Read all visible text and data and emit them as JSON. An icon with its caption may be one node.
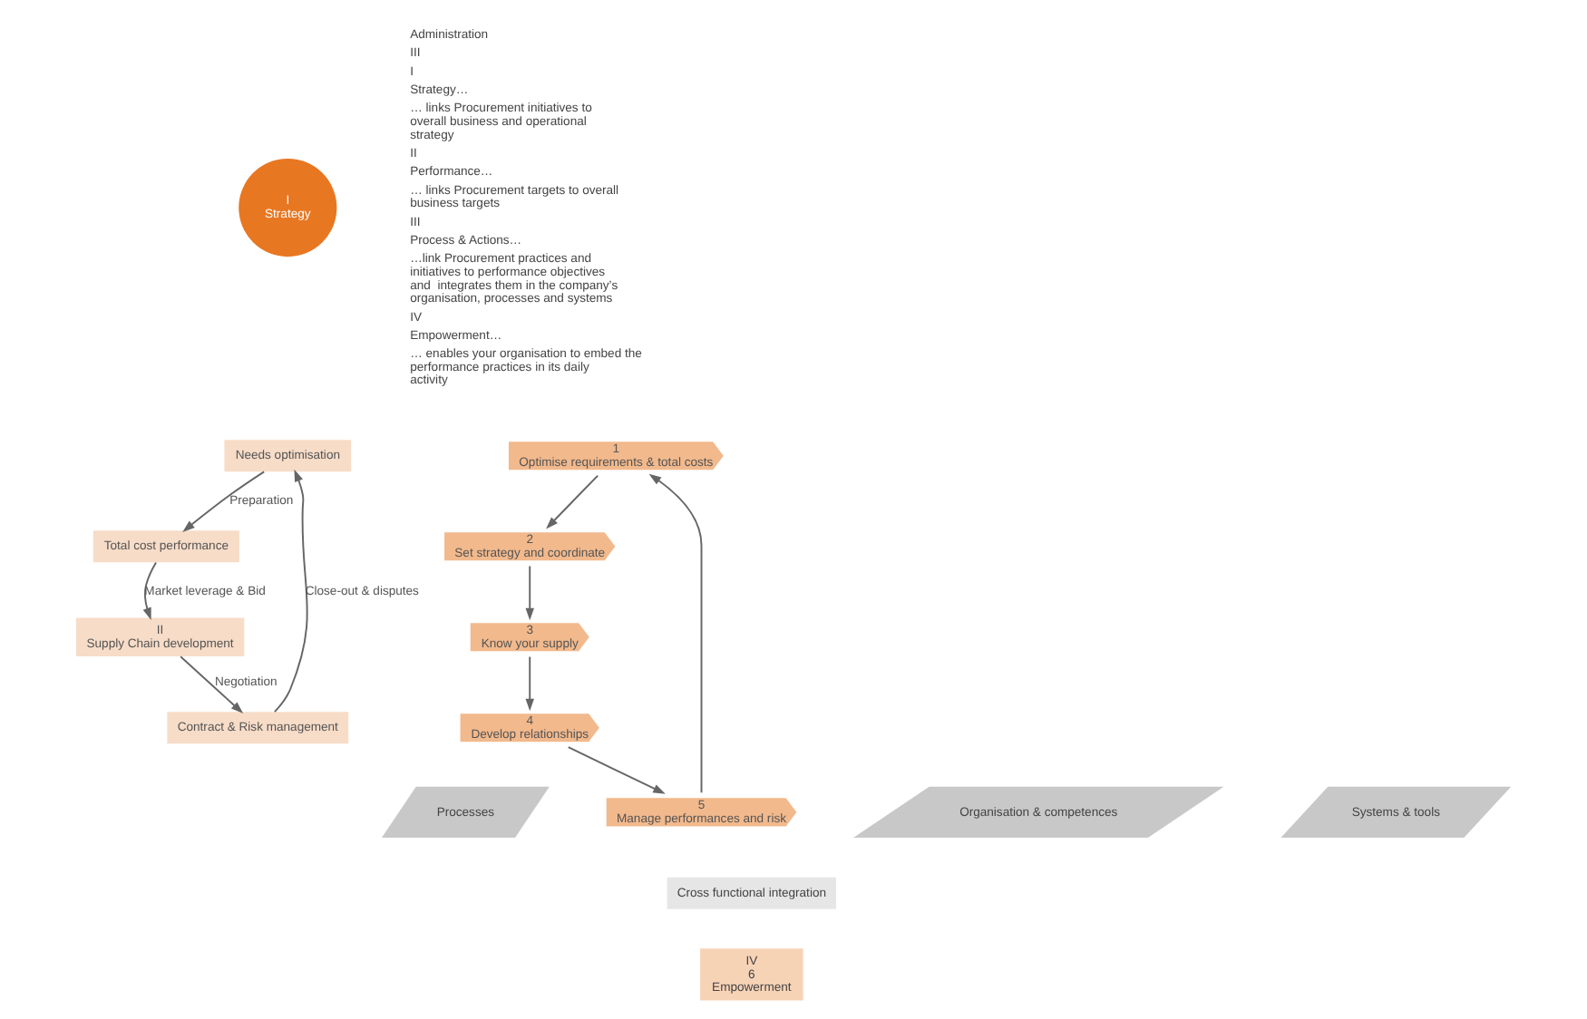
{
  "diagram": {
    "nodes": [
      {
        "text": [
          "I",
          "Strategy"
        ]
      },
      {
        "text": [
          "Needs optimisation"
        ]
      },
      {
        "text": [
          "Total cost performance"
        ]
      },
      {
        "text": [
          "II",
          "Supply Chain development"
        ]
      },
      {
        "text": [
          "Contract & Risk management"
        ]
      },
      {
        "text": [
          "1",
          "Optimise requirements & total costs"
        ]
      },
      {
        "text": [
          "2",
          "Set strategy and coordinate"
        ]
      },
      {
        "text": [
          "3",
          "Know your supply"
        ]
      },
      {
        "text": [
          "4",
          "Develop relationships"
        ]
      },
      {
        "text": [
          "5",
          "Manage performances and risk"
        ]
      },
      {
        "text": [
          "Organisation & competences"
        ]
      },
      {
        "text": [
          "Processes"
        ]
      },
      {
        "text": [
          "Systems & tools"
        ]
      },
      {
        "text": [
          "Cross functional integration"
        ]
      },
      {
        "text": [
          "IV",
          "6",
          "Empowerment"
        ]
      }
    ],
    "edges": [
      {
        "from": 4,
        "to": 1,
        "arrow": "to",
        "label": "Close-out & disputes"
      },
      {
        "from": 1,
        "to": 2,
        "arrow": "to",
        "label": "Preparation"
      },
      {
        "from": 2,
        "to": 3,
        "arrow": "to",
        "label": "Market leverage & Bid"
      },
      {
        "from": 3,
        "to": 4,
        "arrow": "to",
        "label": "Negotiation"
      },
      {
        "from": 5,
        "to": 6,
        "arrow": "to"
      },
      {
        "from": 6,
        "to": 7,
        "arrow": "to"
      },
      {
        "from": 7,
        "to": 8,
        "arrow": "to"
      },
      {
        "from": 8,
        "to": 9,
        "arrow": "to"
      },
      {
        "from": 9,
        "to": 5,
        "arrow": "to"
      }
    ],
    "labels": [
      "Administration",
      "III",
      "I",
      "Strategy…",
      "… links Procurement initiatives to overall business and operational strategy",
      "II",
      "Performance…",
      "… links Procurement targets to overall business targets",
      "III",
      "Process & Actions…",
      "…link Procurement practices and initiatives to performance objectives and  integrates them in the company’s organisation, processes and systems",
      "IV",
      "Empowerment…",
      "… enables your organisation to embed the performance practices in its daily activity"
    ]
  }
}
